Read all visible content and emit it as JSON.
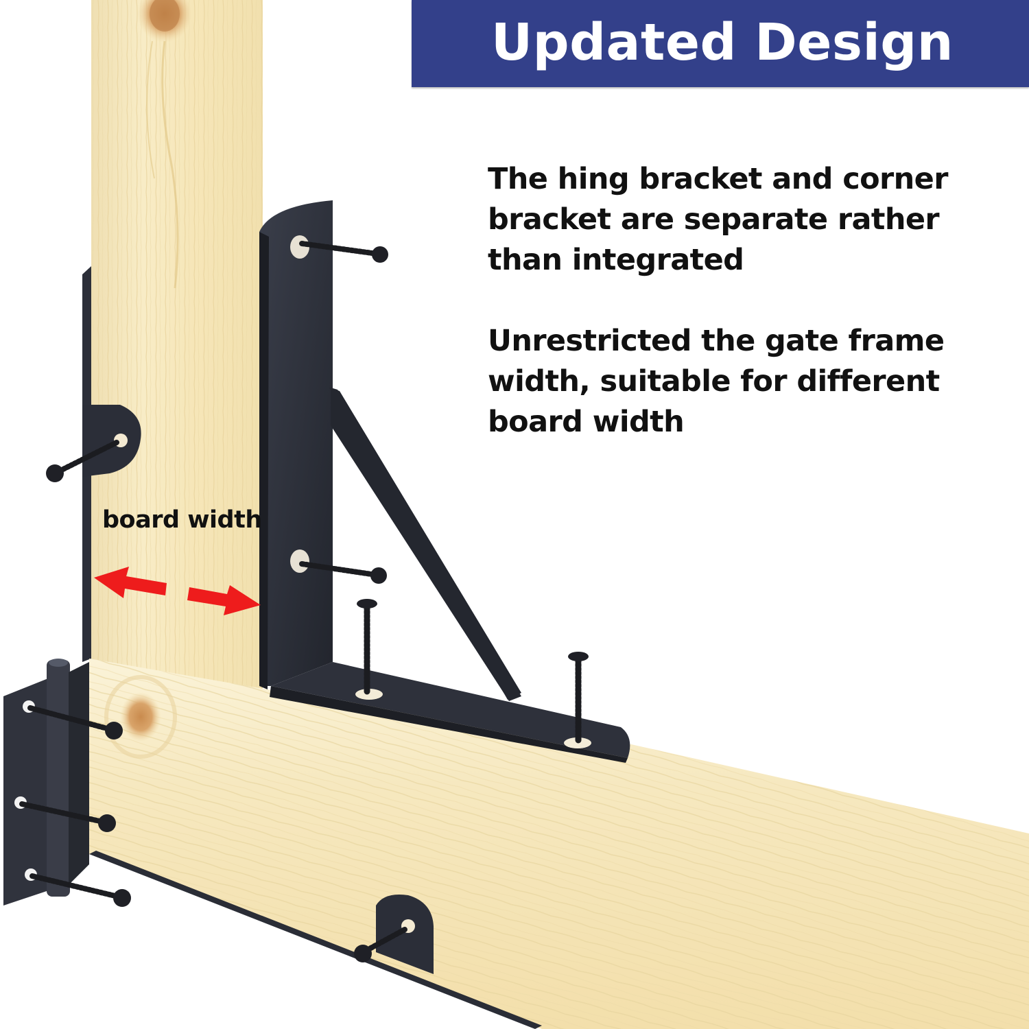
{
  "banner": {
    "title": "Updated Design",
    "background_color": "#33408a",
    "text_color": "#ffffff"
  },
  "features": [
    {
      "lines": [
        "The hing bracket and corner",
        "bracket are separate rather",
        "than integrated"
      ]
    },
    {
      "lines": [
        "Unrestricted the gate frame",
        "width, suitable for different",
        "board width"
      ]
    }
  ],
  "illustration": {
    "board_width_label": "board width",
    "arrow_color": "#ee1c1c",
    "bracket_color": "#2a2d36",
    "wood_color": "#f5e6bd",
    "parts": [
      "vertical-wood-post",
      "horizontal-wood-rail",
      "corner-bracket",
      "hinge-bracket",
      "hinge-tab-upper",
      "hinge-tab-lower",
      "door-hinge",
      "screws"
    ]
  }
}
